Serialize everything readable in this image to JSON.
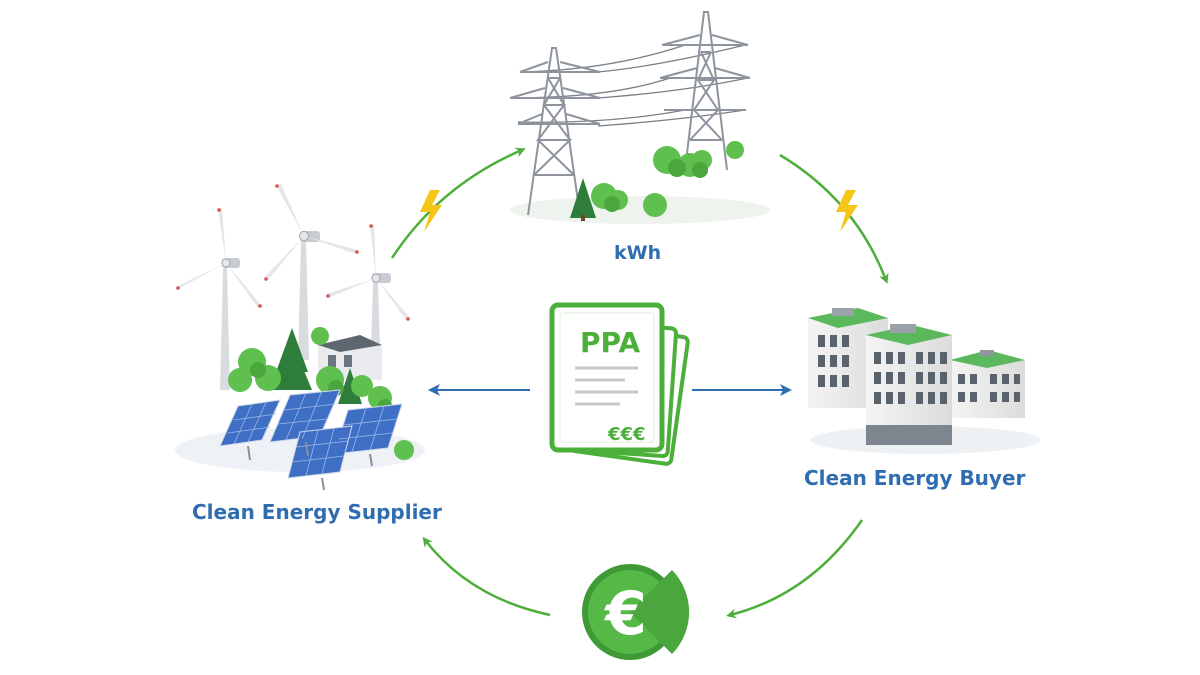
{
  "labels": {
    "grid": "kWh",
    "supplier": "Clean Energy Supplier",
    "buyer": "Clean Energy Buyer"
  },
  "document": {
    "title": "PPA",
    "amount": "€€€"
  },
  "payment_symbol": "€",
  "colors": {
    "label_blue": "#2f6db0",
    "flow_green": "#4caf3a",
    "contract_blue": "#2f6db0",
    "bolt_yellow": "#f5c518",
    "roof_green": "#5cb85c",
    "solar_blue": "#3f6fc4",
    "tree_green": "#5fbf4f",
    "pine_green": "#2f7d3a",
    "euro_green": "#56b846"
  },
  "icons": [
    "power-pylon-icon",
    "lightning-bolt-icon",
    "wind-turbine-icon",
    "solar-panel-icon",
    "office-building-icon",
    "contract-document-icon",
    "euro-coin-icon",
    "tree-icon"
  ]
}
